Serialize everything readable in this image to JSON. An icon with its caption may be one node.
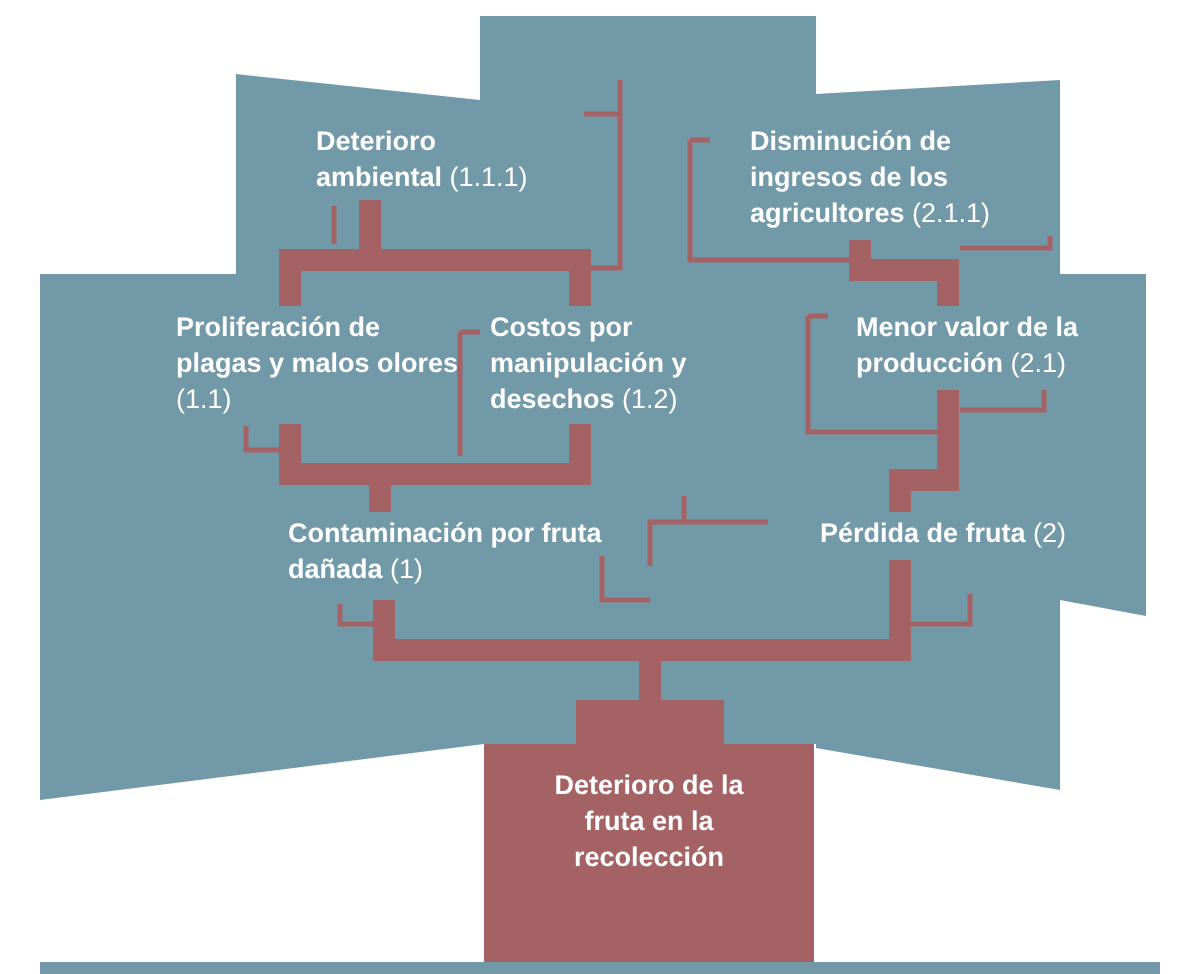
{
  "diagram": {
    "nodes": [
      {
        "text": [
          "**Deterioro ambiental** (1.1.1)"
        ]
      },
      {
        "text": [
          "**Disminución de ingresos de los agricultores** (2.1.1)"
        ]
      },
      {
        "text": [
          "**Proliferación de plagas y malos olores** (1.1)"
        ]
      },
      {
        "text": [
          "**Costos por manipulación y desechos** (1.2)"
        ]
      },
      {
        "text": [
          "**Menor valor de la producción** (2.1)"
        ]
      },
      {
        "text": [
          "**Contaminación por fruta dañada** (1)"
        ]
      },
      {
        "text": [
          "**Pérdida de fruta** (2)"
        ]
      },
      {
        "text": [
          "Deterioro de la fruta en la recolección"
        ]
      }
    ],
    "edges": [
      {
        "from": 7,
        "to": 5,
        "arrow": "none"
      },
      {
        "from": 7,
        "to": 6,
        "arrow": "none"
      },
      {
        "from": 5,
        "to": 2,
        "arrow": "none"
      },
      {
        "from": 5,
        "to": 3,
        "arrow": "none"
      },
      {
        "from": 2,
        "to": 0,
        "arrow": "none"
      },
      {
        "from": 3,
        "to": 0,
        "arrow": "none"
      },
      {
        "from": 6,
        "to": 4,
        "arrow": "none"
      },
      {
        "from": 4,
        "to": 1,
        "arrow": "none"
      }
    ]
  }
}
